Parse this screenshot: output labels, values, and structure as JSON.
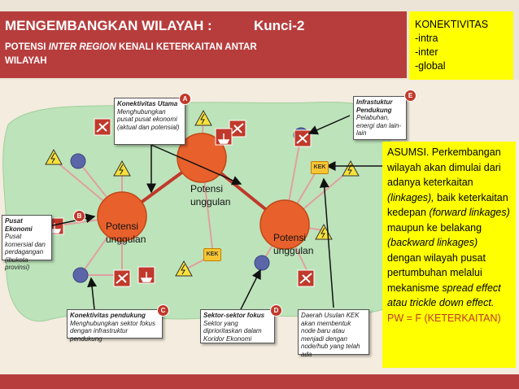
{
  "header": {
    "title": "MENGEMBANGKAN WILAYAH :",
    "key": "Kunci-2",
    "subtitle_prefix": "POTENSI ",
    "subtitle_italic": "INTER REGION",
    "subtitle_suffix": " KENALI KETERKAITAN ANTAR WILAYAH"
  },
  "konektivitas": {
    "title": "KONEKTIVITAS",
    "items": [
      "-intra",
      "-inter",
      "-global"
    ]
  },
  "asumsi": {
    "t1": "ASUMSI. Perkembangan wilayah akan dimulai dari adanya keterkaitan ",
    "t2": "(linkages),",
    "t3": " baik keterkaitan kedepan ",
    "t4": "(forward linkages)",
    "t5": " maupun ke belakang ",
    "t6": "(backward linkages)",
    "t7": " dengan wilayah pusat pertumbuhan  melalui mekanisme ",
    "t8": "spread effect atau trickle down effect.",
    "formula": "PW = F (KETERKAITAN)"
  },
  "nodes": {
    "center": "Potensi unggulan",
    "left": "Potensi unggulan",
    "right": "Potensi unggulan"
  },
  "callouts": {
    "a": {
      "badge": "A",
      "title": "Konektivitas Utama",
      "body": "Menghubungkan pusat pusat ekonomi (aktual dan potensial)"
    },
    "b": {
      "badge": "B",
      "title": "Pusat Ekonomi",
      "body": "Pusat komersial dan perdagangan (ibukota provinsi)"
    },
    "c": {
      "badge": "C",
      "title": "Konektivitas pendukung",
      "body": "Menghubungkan sektor fokus dengan infrastruktur pendukung"
    },
    "d": {
      "badge": "D",
      "title": "Sektor-sektor fokus",
      "body": "Sektor yang diprioritaskan dalam Koridor Ekonomi"
    },
    "e": {
      "badge": "E",
      "title": "Infrastuktur Pendukung",
      "body": "Pelabuhan, energi dan lain-lain"
    },
    "f": {
      "body": "Daerah Usulan KEK akan membentuk node baru atau menjadi dengan node/hub yang telah ada"
    }
  },
  "kek": {
    "label": "KEK"
  },
  "colors": {
    "title_bar": "#b73d3d",
    "highlight": "#ffff00",
    "hub_orange": "#e8612c",
    "small_node_blue": "#5a66a8",
    "link_red": "#c0392b",
    "link_pink": "#e0a0a0",
    "field_green": "#bde3ba",
    "kek_yellow": "#f7c531"
  }
}
